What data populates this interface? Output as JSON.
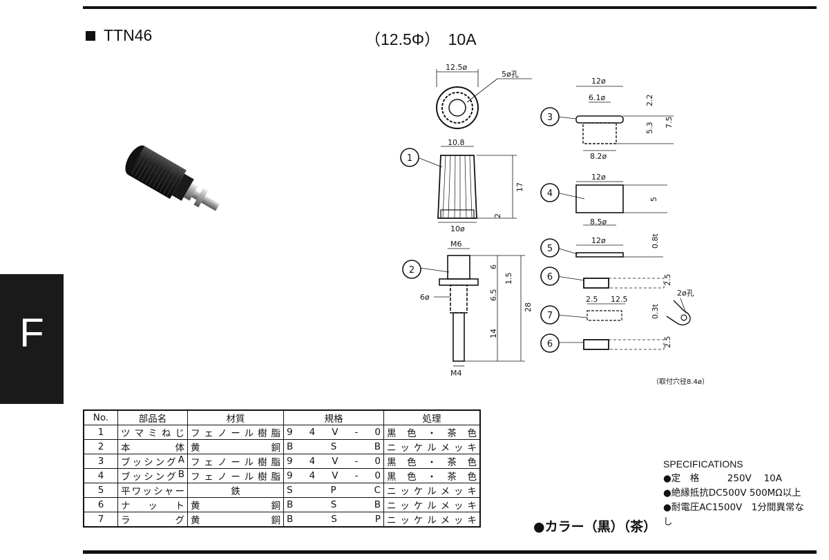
{
  "header": {
    "model": "TTN46",
    "spec": "（12.5Φ）　10A"
  },
  "side_tab": {
    "letter": "F"
  },
  "drawing": {
    "knob_top": {
      "dia": "12.5ø",
      "hole": "5ø孔"
    },
    "part1": {
      "label": "1",
      "top": "10.8",
      "height": "17",
      "gap": "2",
      "bottom": "10ø"
    },
    "part2": {
      "label": "2",
      "thread_top": "M6",
      "dim_6": "6",
      "dim_1_5": "1.5",
      "dim_6_5": "6.5",
      "dim_28": "28",
      "dim_14": "14",
      "flange": "6ø",
      "thread_bottom": "M4"
    },
    "part3": {
      "label": "3",
      "top": "12ø",
      "inner": "6.1ø",
      "d1": "2.2",
      "d2": "5.3",
      "d3": "7.5",
      "bottom": "8.2ø"
    },
    "part4": {
      "label": "4",
      "top": "12ø",
      "height": "5",
      "bottom": "8.5ø"
    },
    "part5": {
      "label": "5",
      "top": "12ø",
      "thick": "0.8t"
    },
    "part6a": {
      "label": "6",
      "height": "2.5"
    },
    "part7": {
      "label": "7",
      "d1": "2.5",
      "d2": "12.5",
      "thick": "0.3t",
      "hole": "2ø孔"
    },
    "part6b": {
      "label": "6",
      "height": "2.5"
    },
    "mount_note": "（取付穴径8.4ø）"
  },
  "table": {
    "headers": [
      "No.",
      "部品名",
      "材質",
      "規格",
      "処理"
    ],
    "rows": [
      {
        "no": "1",
        "name": [
          "ツ",
          "マ",
          "ミ",
          "ね",
          "じ"
        ],
        "material": [
          "フ",
          "ェ",
          "ノ",
          "ー",
          "ル",
          "樹",
          "脂"
        ],
        "standard": [
          "9",
          "4",
          "V",
          "-",
          "0"
        ],
        "treatment": [
          "黒",
          "色",
          "・",
          "茶",
          "色"
        ]
      },
      {
        "no": "2",
        "name": [
          "本",
          "体"
        ],
        "material": [
          "黄",
          "銅"
        ],
        "standard": [
          "B",
          "S",
          "B"
        ],
        "treatment": [
          "ニ",
          "ッ",
          "ケ",
          "ル",
          "メ",
          "ッ",
          "キ"
        ]
      },
      {
        "no": "3",
        "name": [
          "ブ",
          "ッ",
          "シ",
          "ン",
          "グ",
          "A"
        ],
        "material": [
          "フ",
          "ェ",
          "ノ",
          "ー",
          "ル",
          "樹",
          "脂"
        ],
        "standard": [
          "9",
          "4",
          "V",
          "-",
          "0"
        ],
        "treatment": [
          "黒",
          "色",
          "・",
          "茶",
          "色"
        ]
      },
      {
        "no": "4",
        "name": [
          "ブ",
          "ッ",
          "シ",
          "ン",
          "グ",
          "B"
        ],
        "material": [
          "フ",
          "ェ",
          "ノ",
          "ー",
          "ル",
          "樹",
          "脂"
        ],
        "standard": [
          "9",
          "4",
          "V",
          "-",
          "0"
        ],
        "treatment": [
          "黒",
          "色",
          "・",
          "茶",
          "色"
        ]
      },
      {
        "no": "5",
        "name": [
          "平",
          "ワ",
          "ッ",
          "シ",
          "ャ",
          "ー"
        ],
        "material": [
          "鉄"
        ],
        "standard": [
          "S",
          "P",
          "C"
        ],
        "treatment": [
          "ニ",
          "ッ",
          "ケ",
          "ル",
          "メ",
          "ッ",
          "キ"
        ]
      },
      {
        "no": "6",
        "name": [
          "ナ",
          "ッ",
          "ト"
        ],
        "material": [
          "黄",
          "銅"
        ],
        "standard": [
          "B",
          "S",
          "B"
        ],
        "treatment": [
          "ニ",
          "ッ",
          "ケ",
          "ル",
          "メ",
          "ッ",
          "キ"
        ]
      },
      {
        "no": "7",
        "name": [
          "ラ",
          "グ"
        ],
        "material": [
          "黄",
          "銅"
        ],
        "standard": [
          "B",
          "S",
          "P"
        ],
        "treatment": [
          "ニ",
          "ッ",
          "ケ",
          "ル",
          "メ",
          "ッ",
          "キ"
        ]
      }
    ]
  },
  "color_note": "●カラー（黒）（茶）",
  "specs": {
    "title": "SPECIFICATIONS",
    "lines": [
      "●定　格　　　250V　 10A",
      "●絶縁抵抗DC500V 500MΩ以上",
      "●耐電圧AC1500V　1分間異常な",
      "し"
    ]
  }
}
